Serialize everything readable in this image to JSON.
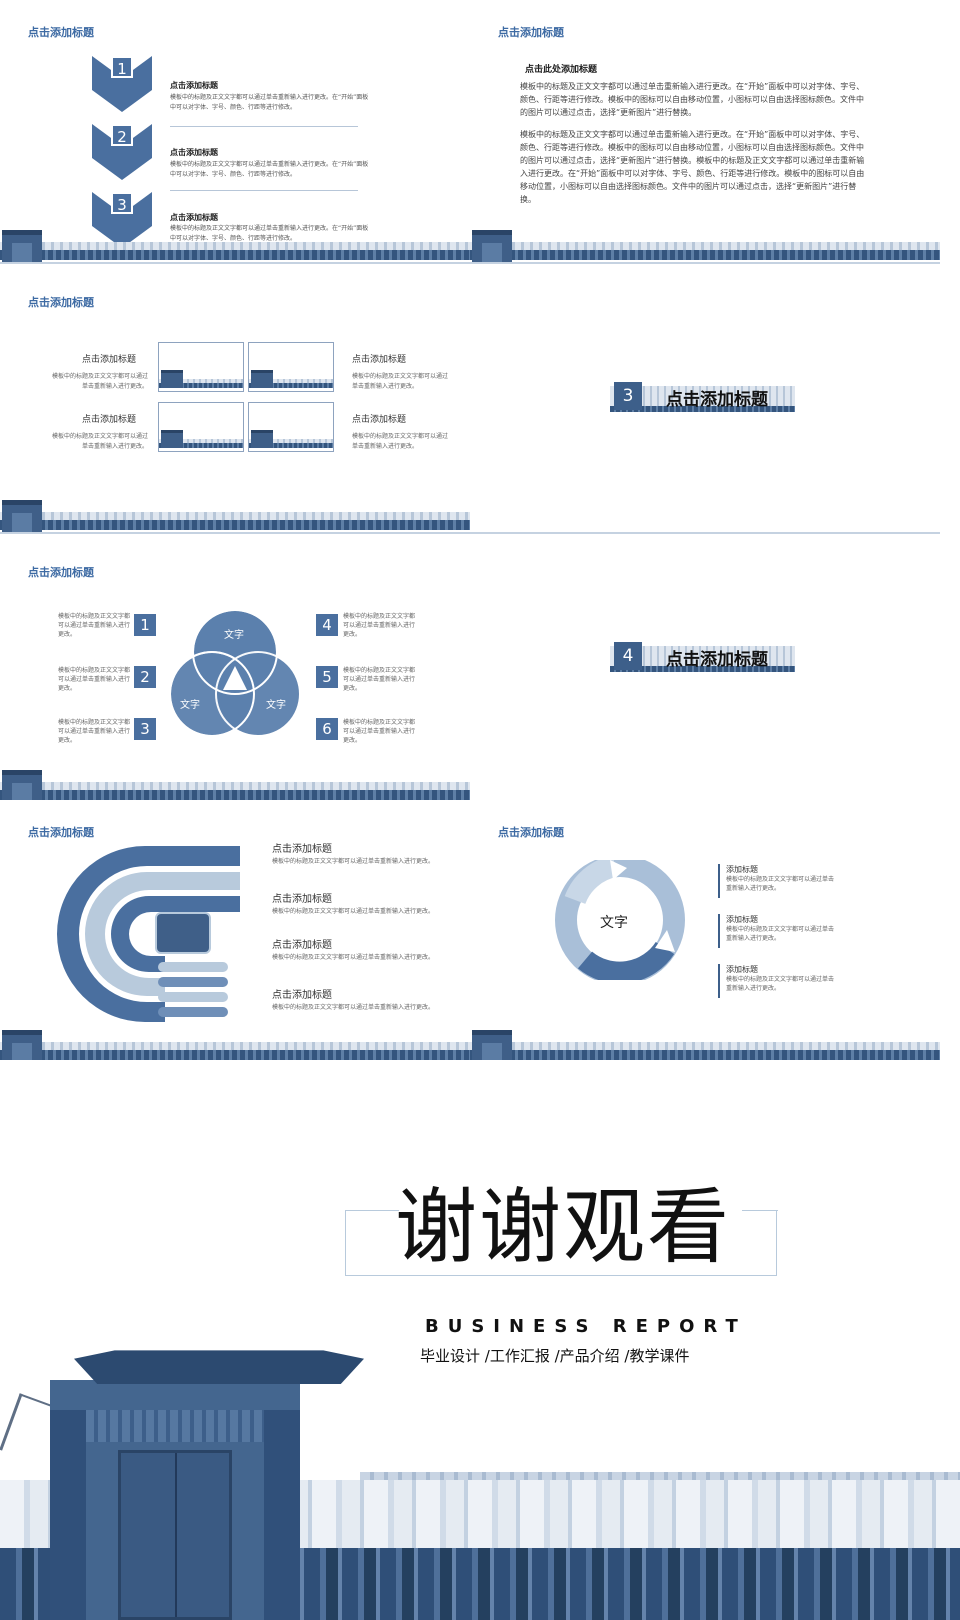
{
  "slides": {
    "s1": {
      "title": "点击添加标题",
      "steps": [
        {
          "num": "1",
          "head": "点击添加标题",
          "body": "模板中的标题及正文文字都可以通过单击重新输入进行更改。在“开始”面板中可以对字体、字号、颜色、行距等进行修改。"
        },
        {
          "num": "2",
          "head": "点击添加标题",
          "body": "模板中的标题及正文文字都可以通过单击重新输入进行更改。在“开始”面板中可以对字体、字号、颜色、行距等进行修改。"
        },
        {
          "num": "3",
          "head": "点击添加标题",
          "body": "模板中的标题及正文文字都可以通过单击重新输入进行更改。在“开始”面板中可以对字体、字号、颜色、行距等进行修改。"
        }
      ]
    },
    "s2": {
      "title": "点击添加标题",
      "head": "点击此处添加标题",
      "p1": "模板中的标题及正文文字都可以通过单击重新输入进行更改。在“开始”面板中可以对字体、字号、颜色、行距等进行修改。模板中的图标可以自由移动位置，小图标可以自由选择图标颜色。文件中的图片可以通过点击，选择“更新图片”进行替换。",
      "p2": "模板中的标题及正文文字都可以通过单击重新输入进行更改。在“开始”面板中可以对字体、字号、颜色、行距等进行修改。模板中的图标可以自由移动位置，小图标可以自由选择图标颜色。文件中的图片可以通过点击，选择“更新图片”进行替换。模板中的标题及正文文字都可以通过单击重新输入进行更改。在“开始”面板中可以对字体、字号、颜色、行距等进行修改。模板中的图标可以自由移动位置，小图标可以自由选择图标颜色。文件中的图片可以通过点击，选择“更新图片”进行替换。"
    },
    "s3": {
      "title": "点击添加标题",
      "items": [
        {
          "head": "点击添加标题",
          "body": "模板中的标题及正文文字都可以通过单击重新输入进行更改。"
        },
        {
          "head": "点击添加标题",
          "body": "模板中的标题及正文文字都可以通过单击重新输入进行更改。"
        },
        {
          "head": "点击添加标题",
          "body": "模板中的标题及正文文字都可以通过单击重新输入进行更改。"
        },
        {
          "head": "点击添加标题",
          "body": "模板中的标题及正文文字都可以通过单击重新输入进行更改。"
        }
      ]
    },
    "s4": {
      "num": "3",
      "text": "点击添加标题"
    },
    "s5": {
      "title": "点击添加标题",
      "circles": [
        "文字",
        "文字",
        "文字"
      ],
      "items": [
        {
          "num": "1",
          "body": "模板中的标题及正文文字都可以通过单击重新输入进行更改。"
        },
        {
          "num": "2",
          "body": "模板中的标题及正文文字都可以通过单击重新输入进行更改。"
        },
        {
          "num": "3",
          "body": "模板中的标题及正文文字都可以通过单击重新输入进行更改。"
        },
        {
          "num": "4",
          "body": "模板中的标题及正文文字都可以通过单击重新输入进行更改。"
        },
        {
          "num": "5",
          "body": "模板中的标题及正文文字都可以通过单击重新输入进行更改。"
        },
        {
          "num": "6",
          "body": "模板中的标题及正文文字都可以通过单击重新输入进行更改。"
        }
      ]
    },
    "s6": {
      "num": "4",
      "text": "点击添加标题"
    },
    "s7": {
      "title": "点击添加标题",
      "items": [
        {
          "head": "点击添加标题",
          "body": "模板中的标题及正文文字都可以通过单击重新输入进行更改。"
        },
        {
          "head": "点击添加标题",
          "body": "模板中的标题及正文文字都可以通过单击重新输入进行更改。"
        },
        {
          "head": "点击添加标题",
          "body": "模板中的标题及正文文字都可以通过单击重新输入进行更改。"
        },
        {
          "head": "点击添加标题",
          "body": "模板中的标题及正文文字都可以通过单击重新输入进行更改。"
        }
      ]
    },
    "s8": {
      "title": "点击添加标题",
      "center": "文字",
      "items": [
        {
          "head": "添加标题",
          "body": "模板中的标题及正文文字都可以通过单击重新输入进行更改。"
        },
        {
          "head": "添加标题",
          "body": "模板中的标题及正文文字都可以通过单击重新输入进行更改。"
        },
        {
          "head": "添加标题",
          "body": "模板中的标题及正文文字都可以通过单击重新输入进行更改。"
        }
      ]
    }
  },
  "closing": {
    "thanks": "谢谢观看",
    "business": "BUSINESS REPORT",
    "subtitle": "毕业设计 /工作汇报 /产品介绍 /教学课件"
  },
  "colors": {
    "primary": "#4a6f9f",
    "dark": "#2c4a70",
    "light": "#b8cadc",
    "title": "#3d6aa3"
  }
}
